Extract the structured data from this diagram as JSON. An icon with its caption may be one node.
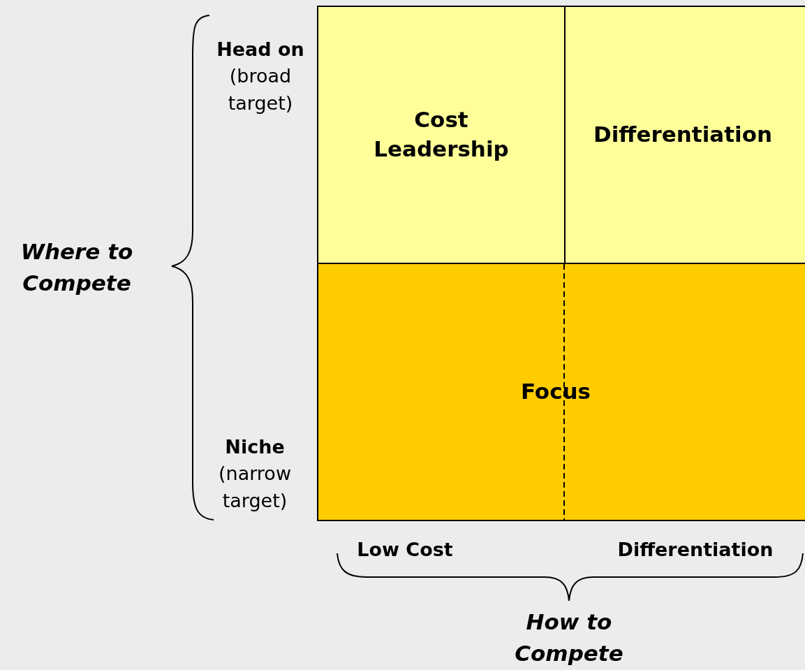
{
  "diagram": {
    "nodes": [
      {
        "text": [
          "Cost Leadership"
        ]
      },
      {
        "text": [
          "Differentiation"
        ]
      },
      {
        "text": [
          "Focus"
        ]
      }
    ],
    "labels": [
      "**Head on** (broad target)",
      "Where to Compete",
      "**Niche** (narrow target)",
      "Low Cost",
      "Differentiation",
      "How to Compete"
    ]
  }
}
